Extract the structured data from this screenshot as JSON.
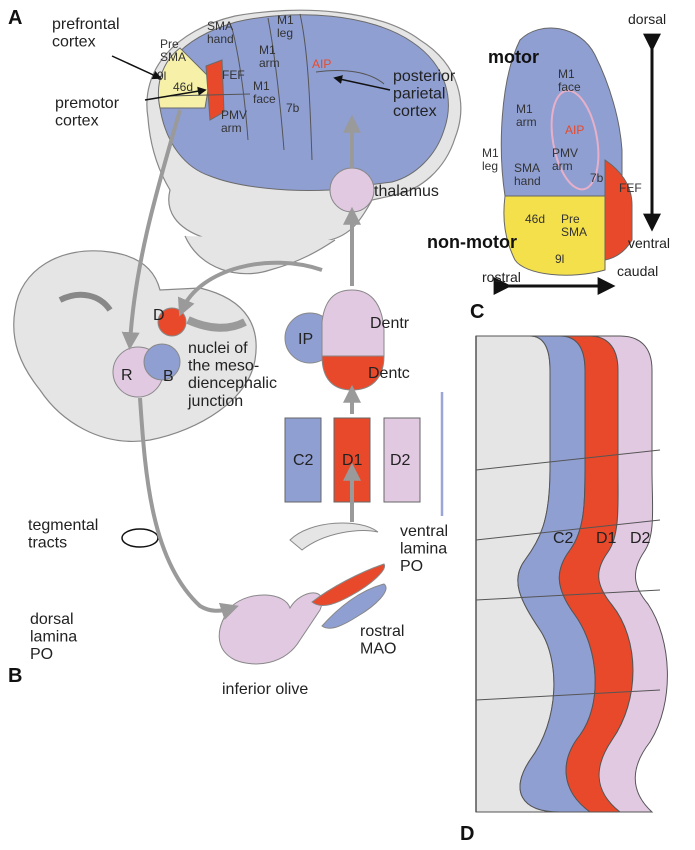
{
  "colors": {
    "blue": "#8f9fd2",
    "blue_dark": "#7484c2",
    "red": "#e8492a",
    "pink": "#e2c9e2",
    "yellow": "#f4e04a",
    "pale_yellow": "#f6f0a8",
    "gray": "#e5e5e5",
    "gray_dark": "#9a9a9a",
    "arrow": "#b9b9b9"
  },
  "panels": {
    "a": "A",
    "b": "B",
    "c": "C",
    "d": "D"
  },
  "brain": {
    "prefrontal": "prefrontal\ncortex",
    "premotor": "premotor\ncortex",
    "posterior_parietal": "posterior\nparietal\ncortex",
    "pre_sma": "Pre\nSMA",
    "sma_hand": "SMA\nhand",
    "m1_leg": "M1\nleg",
    "m1_arm": "M1\narm",
    "m1_face": "M1\nface",
    "pmv_arm": "PMV\narm",
    "area_9l": "9l",
    "area_46d": "46d",
    "fef": "FEF",
    "aip": "AIP",
    "area_7b": "7b",
    "thalamus": "thalamus"
  },
  "map": {
    "motor": "motor",
    "non_motor": "non-motor",
    "dorsal": "dorsal",
    "ventral": "ventral",
    "rostral": "rostral",
    "caudal": "caudal",
    "m1_face": "M1\nface",
    "m1_arm": "M1\narm",
    "aip": "AIP",
    "m1_leg": "M1\nleg",
    "pmv_arm": "PMV\narm",
    "sma_hand": "SMA\nhand",
    "area_7b": "7b",
    "fef": "FEF",
    "area_46d": "46d",
    "pre_sma": "Pre\nSMA",
    "area_9l": "9l"
  },
  "brainstem": {
    "d": "D",
    "r": "R",
    "b": "B",
    "nuclei": "nuclei of\nthe meso-\ndiencephalic\njunction",
    "ip": "IP",
    "dentr": "Dentr",
    "dentc": "Dentc",
    "c2": "C2",
    "d1": "D1",
    "d2": "D2",
    "tegmental": "tegmental\ntracts",
    "ventral_lamina": "ventral\nlamina\nPO",
    "dorsal_lamina": "dorsal\nlamina\nPO",
    "rostral_mao": "rostral\nMAO",
    "inferior_olive": "inferior olive"
  },
  "cerebellum": {
    "c2": "C2",
    "d1": "D1",
    "d2": "D2"
  }
}
